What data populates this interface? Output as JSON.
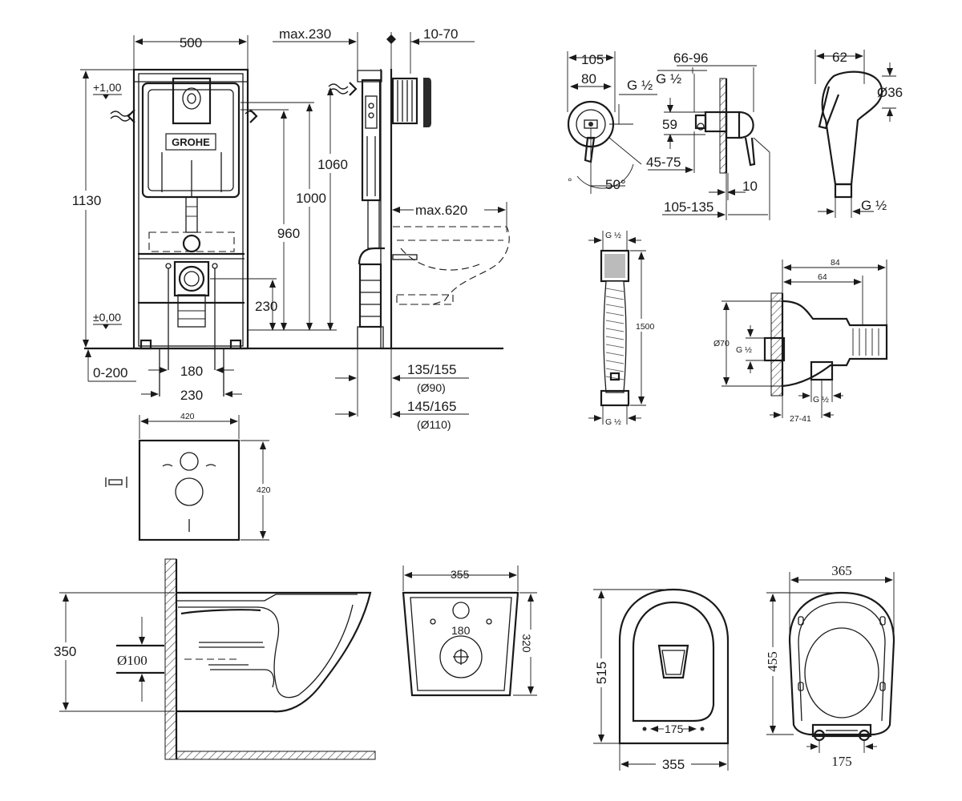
{
  "frame_drawing": {
    "brand_logo": "GROHE",
    "width_top": "500",
    "total_height": "1130",
    "level_plus": "+1,00",
    "level_zero": "±0,00",
    "floor_offset": "0-200",
    "bolt_spacing_180": "180",
    "bolt_spacing_230": "230",
    "inlet_height_1000": "1000",
    "inlet_height_960": "960",
    "outlet_height": "230"
  },
  "side_view": {
    "depth_max": "max.230",
    "wall_range": "10-70",
    "height_1060": "1060",
    "bowl_projection": "max.620",
    "pipe_90": "135/155",
    "pipe_90_dia": "(Ø90)",
    "pipe_110": "145/165",
    "pipe_110_dia": "(Ø110)"
  },
  "mixer_valve": {
    "d105": "105",
    "d80": "80",
    "thread_1": "G ½",
    "thread_2": "G ½",
    "range_66_96": "66-96",
    "d59": "59",
    "range_45_75": "45-75",
    "angle": "50°",
    "d10": "10",
    "range_105_135": "105-135",
    "degree_mark": "°"
  },
  "hand_shower": {
    "d62": "62",
    "dia36": "Ø36",
    "thread": "G ½"
  },
  "hose": {
    "length": "1500",
    "thread_top": "G ½",
    "thread_bottom": "G ½"
  },
  "wall_elbow": {
    "d84": "84",
    "d64": "64",
    "dia70": "Ø70",
    "thread_in": "G ½",
    "thread_out": "G ½",
    "range_27_41": "27-41"
  },
  "sound_pad": {
    "width": "420",
    "height": "420"
  },
  "toilet_side": {
    "height": "350",
    "outlet_dia": "Ø100"
  },
  "toilet_back": {
    "width": "355",
    "bolt_spacing": "180",
    "height": "320"
  },
  "toilet_top": {
    "length": "515",
    "bolt_spacing": "175",
    "width": "355"
  },
  "seat_top": {
    "width": "365",
    "length": "455",
    "hinge_spacing": "175"
  }
}
